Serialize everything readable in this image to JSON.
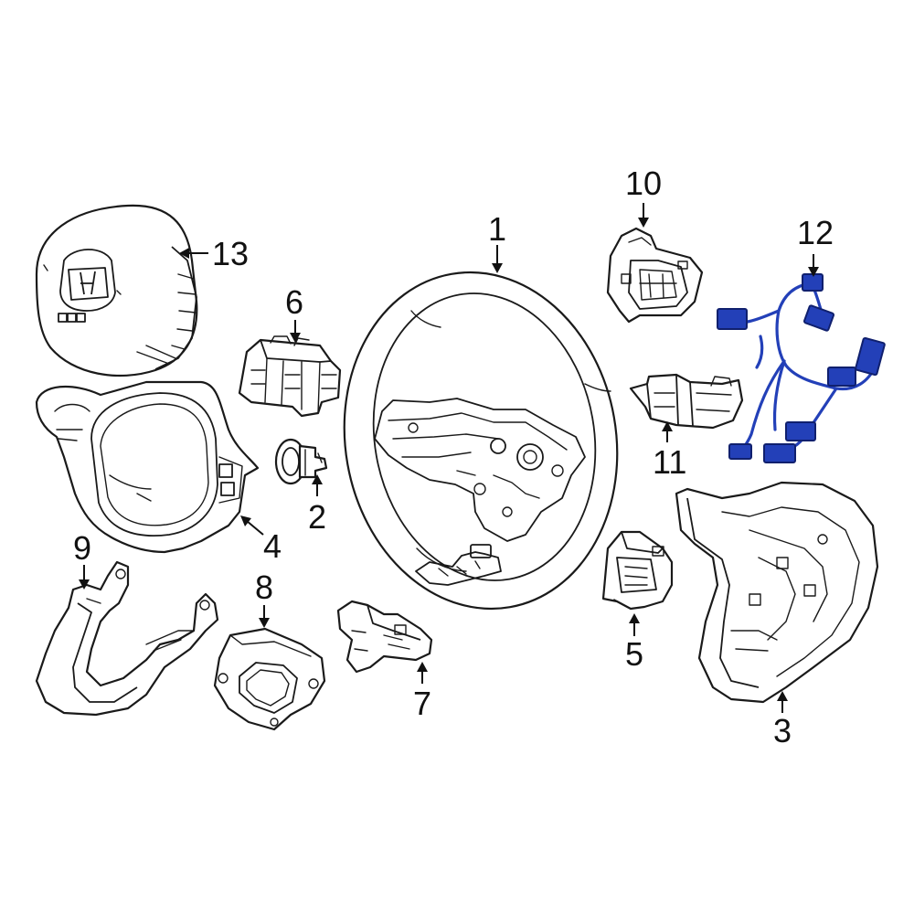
{
  "colors": {
    "line": "#1a1a1a",
    "highlight": "#2340b8",
    "highlight_stroke": "#10206e",
    "background": "#ffffff"
  },
  "callouts": [
    {
      "id": "1",
      "text": "1"
    },
    {
      "id": "2",
      "text": "2"
    },
    {
      "id": "3",
      "text": "3"
    },
    {
      "id": "4",
      "text": "4"
    },
    {
      "id": "5",
      "text": "5"
    },
    {
      "id": "6",
      "text": "6"
    },
    {
      "id": "7",
      "text": "7"
    },
    {
      "id": "8",
      "text": "8"
    },
    {
      "id": "9",
      "text": "9"
    },
    {
      "id": "10",
      "text": "10"
    },
    {
      "id": "11",
      "text": "11"
    },
    {
      "id": "12",
      "text": "12"
    },
    {
      "id": "13",
      "text": "13"
    }
  ],
  "highlighted_part": "12"
}
